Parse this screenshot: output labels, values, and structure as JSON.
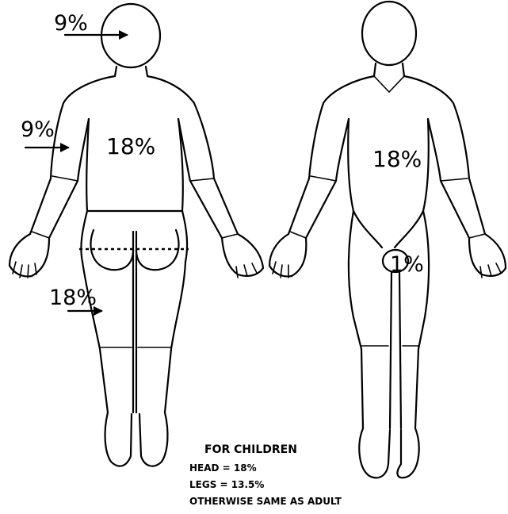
{
  "back_figure": {
    "head_label": "9%",
    "arm_label": "9%",
    "trunk_label": "18%",
    "leg_label": "18%"
  },
  "front_figure": {
    "trunk_label": "18%",
    "groin_label": "1%"
  },
  "children_note": {
    "title": "FOR CHILDREN",
    "line1": "HEAD = 18%",
    "line2": "LEGS = 13.5%",
    "line3": "OTHERWISE SAME AS ADULT"
  }
}
